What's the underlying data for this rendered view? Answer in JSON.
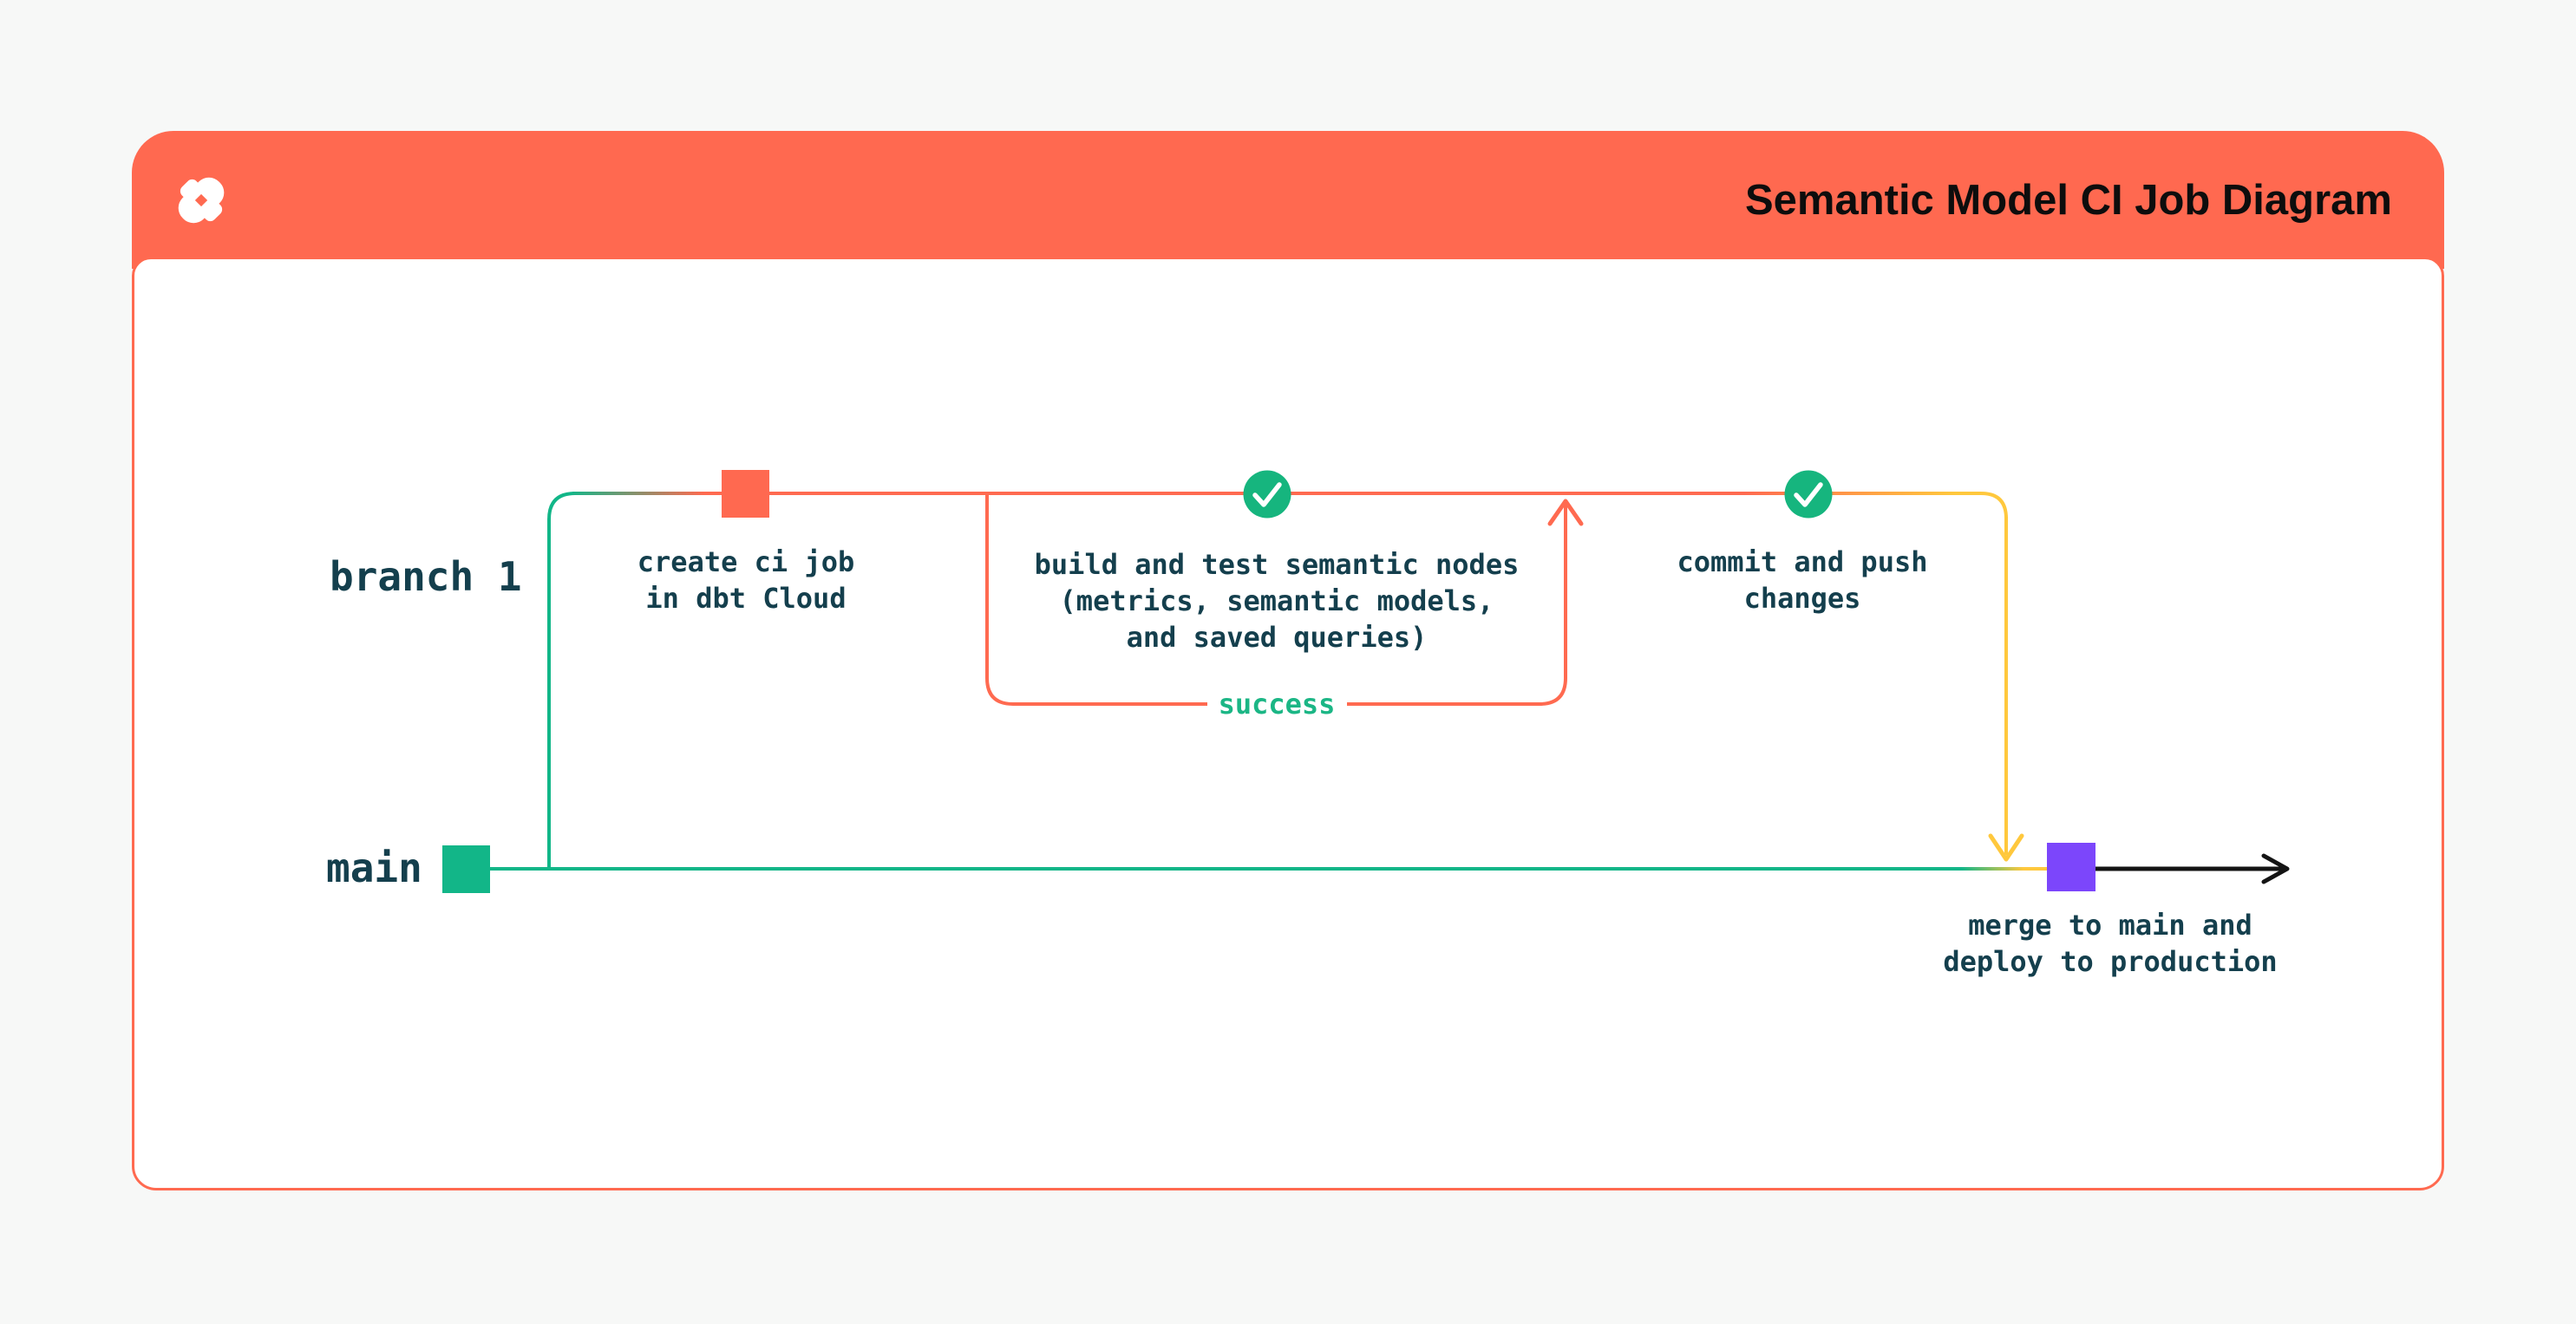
{
  "header": {
    "title": "Semantic Model CI Job Diagram",
    "logo": "dbt-logo",
    "background": "#FF6950",
    "title_color": "#0D0D0D"
  },
  "diagram": {
    "branch_label": "branch 1",
    "main_label": "main",
    "success_label": "success",
    "nodes": {
      "create_ci": {
        "line1": "create ci job",
        "line2": "in dbt Cloud"
      },
      "build_test": {
        "line1": "build and test semantic nodes",
        "line2": "(metrics, semantic models,",
        "line3": "and saved queries)"
      },
      "commit_push": {
        "line1": "commit and push",
        "line2": "changes"
      },
      "merge_deploy": {
        "line1": "merge to main and",
        "line2": "deploy to production"
      }
    }
  },
  "colors": {
    "page_background": "#F7F8F7",
    "card_background": "#FFFFFF",
    "orange": "#FF6950",
    "line_orange": "#FF6A50",
    "green": "#12B688",
    "check_green": "#16B57E",
    "success_green": "#1BB685",
    "yellow": "#FFC83D",
    "purple": "#7C46FB",
    "text_dark_teal": "#143F4D",
    "arrow_black": "#141414"
  }
}
